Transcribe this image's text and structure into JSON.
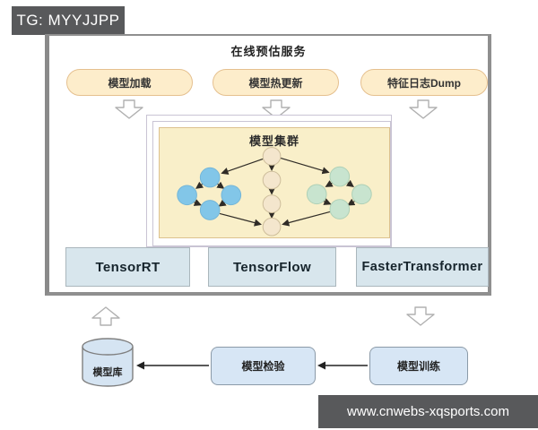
{
  "watermarks": {
    "tg_badge": "TG: MYYJJPP",
    "site": "www.cnwebs-xqsports.com"
  },
  "diagram": {
    "title": "在线预估服务",
    "pills": [
      {
        "label": "模型加载"
      },
      {
        "label": "模型热更新"
      },
      {
        "label": "特征日志Dump"
      }
    ],
    "cluster": {
      "title": "模型集群",
      "node_colors": {
        "left_group": "#82c6e8",
        "center_chain": "#f4e6cd",
        "right_group": "#c8e4cf"
      }
    },
    "engines": [
      {
        "label": "TensorRT"
      },
      {
        "label": "TensorFlow"
      },
      {
        "label": "FasterTransformer"
      }
    ],
    "pipeline": {
      "model_store": "模型库",
      "model_validation": "模型检验",
      "model_training": "模型训练"
    },
    "colors": {
      "badge_bg": "#58595b",
      "pill_fill": "#fdedcb",
      "pill_border": "#e5c08f",
      "card_fill": "#f9efc9",
      "card_border": "#dcc18e",
      "engine_fill": "#d8e6ed",
      "pipeline_fill": "#d7e6f5"
    }
  }
}
